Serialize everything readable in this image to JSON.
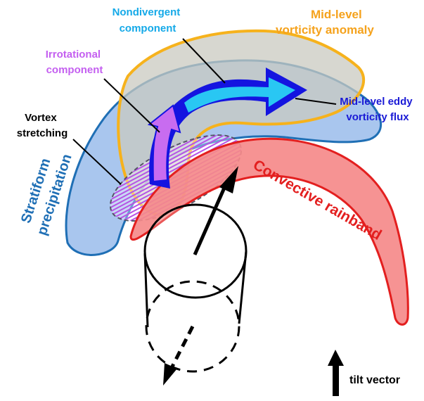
{
  "labels": {
    "nondivergent": [
      "Nondivergent",
      "component"
    ],
    "irrotational": [
      "Irrotational",
      "component"
    ],
    "vortex": [
      "Vortex",
      "stretching"
    ],
    "midlevel_anomaly": [
      "Mid-level",
      "vorticity anomaly"
    ],
    "eddy_flux": [
      "Mid-level eddy",
      "vorticity flux"
    ],
    "stratiform": [
      "Stratiform",
      "precipitation"
    ],
    "convective": "Convective rainband",
    "tilt": "tilt vector"
  },
  "colors": {
    "stratiform_fill": "#a9c6ee",
    "stratiform_stroke": "#1f6fb5",
    "convective_fill": "#f58a8a",
    "convective_stroke": "#e31f1f",
    "anomaly_fill": "#c9c9c0",
    "anomaly_stroke": "#f6b21c",
    "nondivergent": "#29c7f3",
    "irrotational": "#c86cf0",
    "eddy_flux": "#1414e0",
    "stretching_hatch": "#b653e6",
    "nondivergent_text": "#14a9e8",
    "irrotational_text": "#c45ff0",
    "anomaly_text": "#f5a21c",
    "eddy_text": "#1a1ad6",
    "stratiform_text": "#1f6fb5",
    "convective_text": "#e31f1f",
    "black": "#000000"
  }
}
